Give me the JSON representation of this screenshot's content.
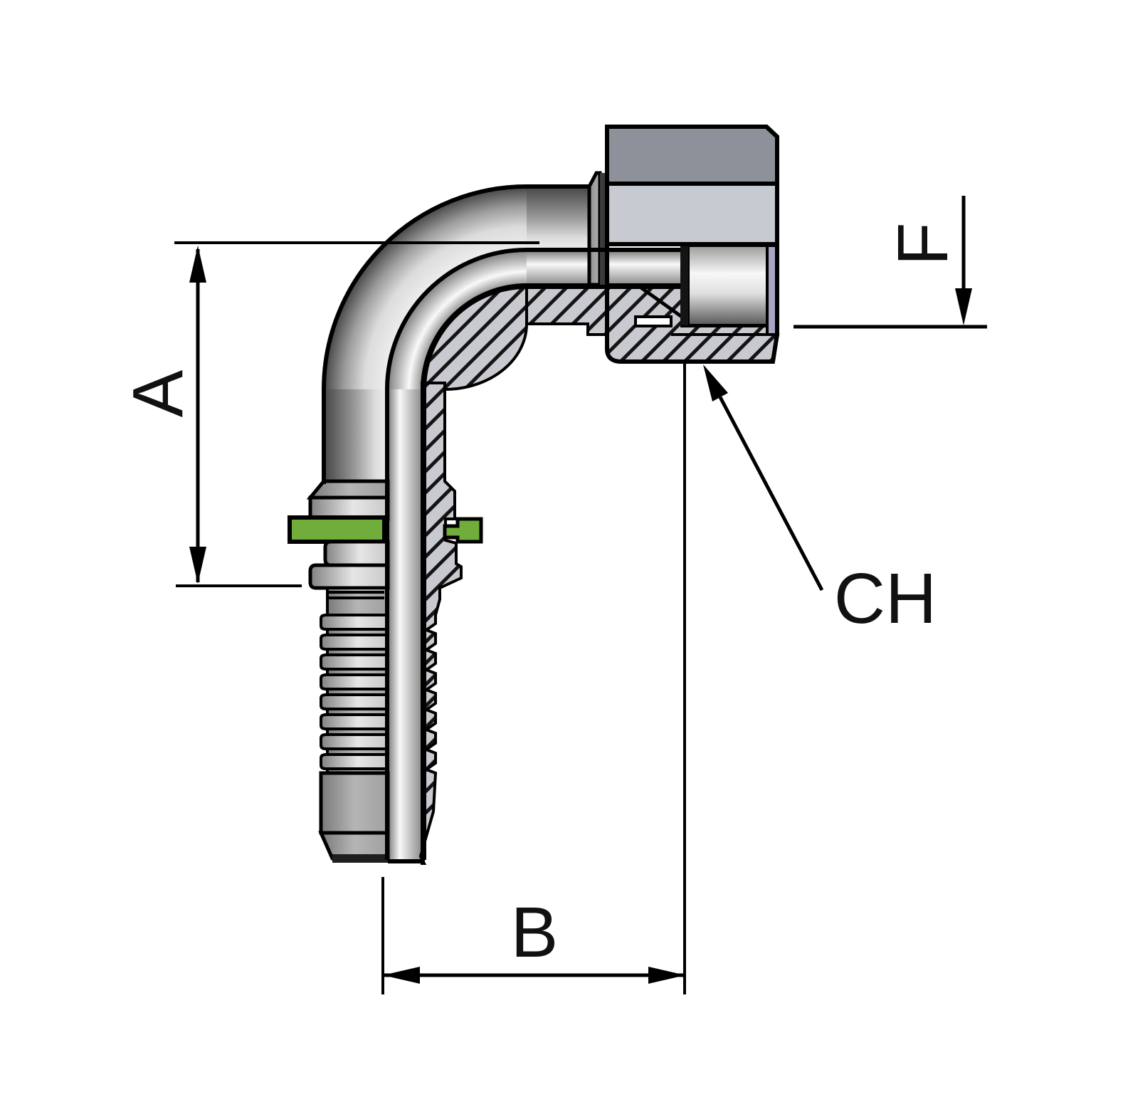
{
  "diagram": {
    "type": "technical-drawing",
    "subject": "90-degree elbow hose fitting with swivel nut, half-section view",
    "labels": {
      "dim_a": "A",
      "dim_b": "B",
      "dim_f": "F",
      "wrench": "CH"
    },
    "colors": {
      "background": "#ffffff",
      "line": "#000000",
      "seal_green": "#71ad3b",
      "thread_lavender": "#a8a5c5",
      "nut_dark": "#8d929a",
      "nut_light": "#c7cad0",
      "hatch_fill": "#c9c9d0"
    }
  }
}
